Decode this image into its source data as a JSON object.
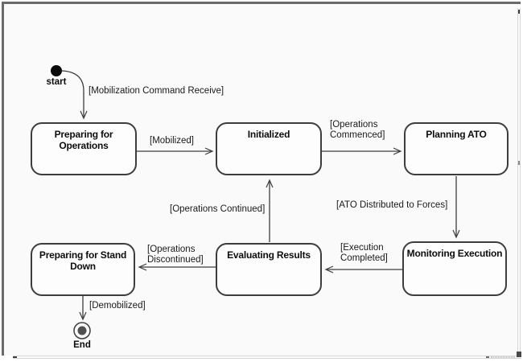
{
  "canvas": {
    "background": "#fafafa",
    "frame_color": "#6a6a6a"
  },
  "diagram": {
    "type": "uml-state-machine",
    "colors": {
      "state_border": "#3d3d3d",
      "state_fill": "#fdfdfd",
      "text": "#141414",
      "initial_dot_fill": "#0a0a0a",
      "final_inner_fill": "#4f4f4f"
    },
    "states": {
      "start": {
        "kind": "initial",
        "label": "start"
      },
      "preparing_for_operations": {
        "kind": "state",
        "label": "Preparing for\nOperations"
      },
      "initialized": {
        "kind": "state",
        "label": "Initialized"
      },
      "planning_ato": {
        "kind": "state",
        "label": "Planning ATO"
      },
      "monitoring_execution": {
        "kind": "state",
        "label": "Monitoring Execution"
      },
      "evaluating_results": {
        "kind": "state",
        "label": "Evaluating Results"
      },
      "preparing_for_stand_down": {
        "kind": "state",
        "label": "Preparing for Stand\nDown"
      },
      "end": {
        "kind": "final",
        "label": "End"
      }
    },
    "transitions": {
      "mobilization_command_receive": {
        "from": "start",
        "to": "preparing_for_operations",
        "label": "[Mobilization Command Receive]"
      },
      "mobilized": {
        "from": "preparing_for_operations",
        "to": "initialized",
        "label": "[Mobilized]"
      },
      "operations_commenced": {
        "from": "initialized",
        "to": "planning_ato",
        "label": "[Operations\nCommenced]"
      },
      "ato_distributed_to_forces": {
        "from": "planning_ato",
        "to": "monitoring_execution",
        "label": "[ATO Distributed to Forces]"
      },
      "execution_completed": {
        "from": "monitoring_execution",
        "to": "evaluating_results",
        "label": "[Execution\nCompleted]"
      },
      "operations_continued": {
        "from": "evaluating_results",
        "to": "initialized",
        "label": "[Operations Continued]"
      },
      "operations_discontinued": {
        "from": "evaluating_results",
        "to": "preparing_for_stand_down",
        "label": "[Operations\nDiscontinued]"
      },
      "demobilized": {
        "from": "preparing_for_stand_down",
        "to": "end",
        "label": "[Demobilized]"
      }
    }
  }
}
